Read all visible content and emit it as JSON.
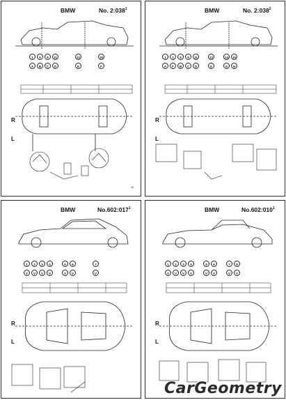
{
  "sheets": [
    {
      "brand": "BMW",
      "number": "No. 2:038",
      "superscript": "1",
      "page": "48",
      "row1": [
        "1",
        "5",
        "9",
        "11",
        "",
        "",
        "12",
        "",
        "",
        "15"
      ],
      "row2": [
        "A",
        "B",
        "C",
        "D",
        "",
        "",
        "E",
        "",
        "",
        "F"
      ]
    },
    {
      "brand": "BMW",
      "number": "No. 2:038",
      "superscript": "2",
      "row1": [
        "1",
        "3",
        "5",
        "9",
        "11",
        "",
        "12",
        "",
        "14",
        "15"
      ],
      "row2": [
        "A",
        "F",
        "B",
        "C",
        "D",
        "",
        "E",
        "",
        "G",
        "H"
      ]
    },
    {
      "brand": "BMW",
      "number": "No.602:017",
      "superscript": "1",
      "row1": [
        "1",
        "2",
        "3",
        "4",
        "",
        "5",
        "6",
        "",
        "",
        "7"
      ],
      "row2": [
        "V",
        "V",
        "V",
        "V",
        "",
        "V",
        "V",
        "",
        "",
        "V"
      ]
    },
    {
      "brand": "BMW",
      "number": "No.602:010",
      "superscript": "1",
      "row1": [
        "1",
        "2",
        "3",
        "4",
        "",
        "5",
        "6",
        "",
        "7",
        "8"
      ],
      "row2": [
        "V",
        "V",
        "V",
        "V",
        "",
        "V",
        "V",
        "",
        "V",
        "V"
      ]
    }
  ],
  "side_labels": {
    "right": "R",
    "left": "L"
  },
  "watermark": "CarGeometry"
}
